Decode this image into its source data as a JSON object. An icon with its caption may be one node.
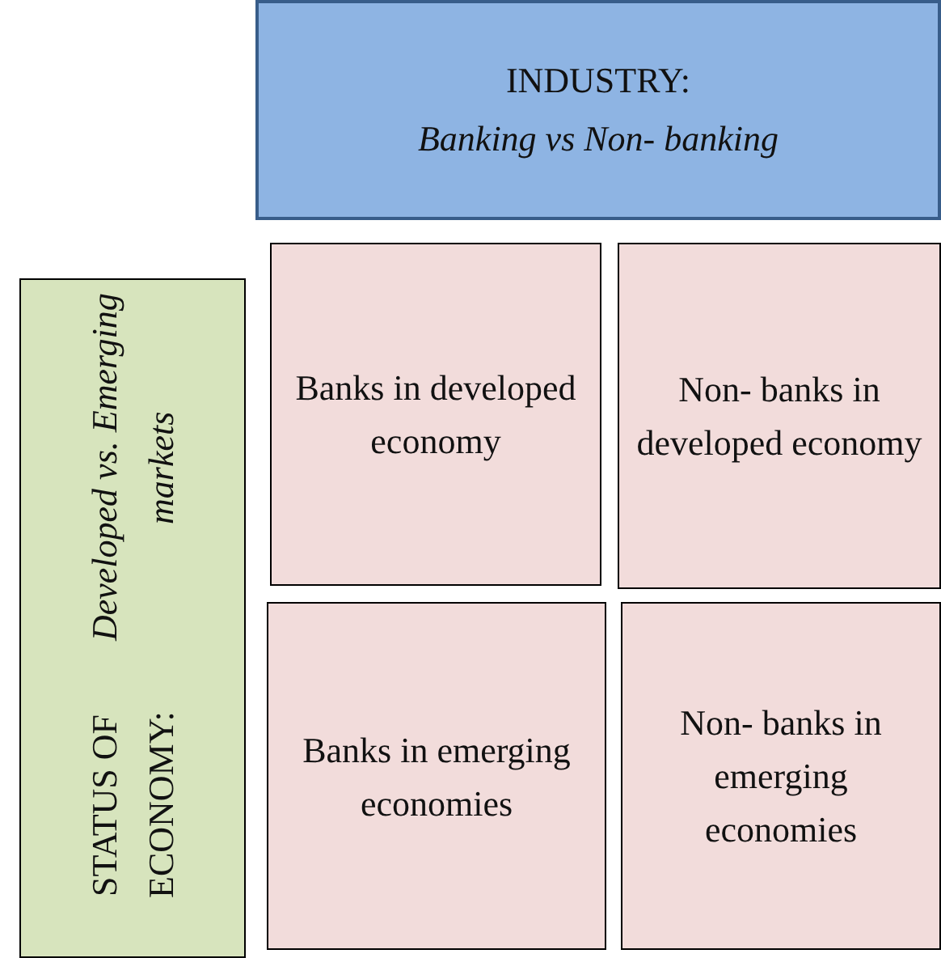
{
  "diagram": {
    "nodes": [
      {
        "text": [
          "INDUSTRY:",
          "Banking vs Non- banking"
        ]
      },
      {
        "text": [
          "STATUS OF ECONOMY:",
          "Developed vs. Emerging markets"
        ]
      },
      {
        "text": [
          "Banks in developed economy"
        ]
      },
      {
        "text": [
          "Non- banks in developed economy"
        ]
      },
      {
        "text": [
          "Banks in emerging economies"
        ]
      },
      {
        "text": [
          "Non- banks in emerging economies"
        ]
      }
    ]
  }
}
